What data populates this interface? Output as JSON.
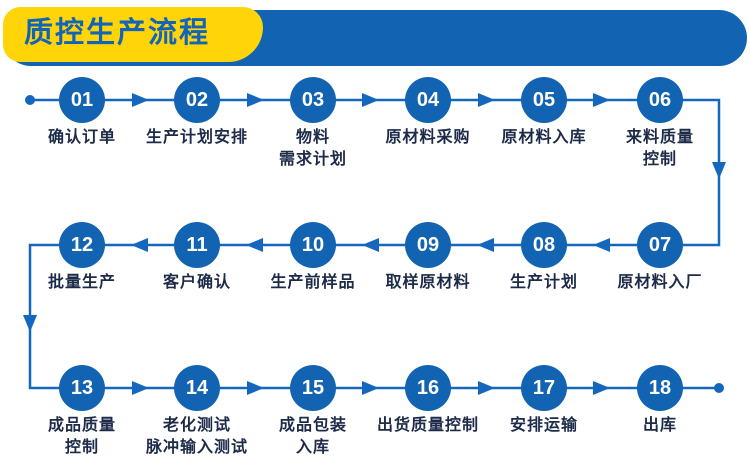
{
  "header": {
    "title": "质控生产流程"
  },
  "colors": {
    "primary_blue": "#1263b2",
    "banner_yellow": "#ffd408",
    "label_navy": "#1d2b49",
    "number_text": "#ffffff",
    "background": "#ffffff"
  },
  "flow": {
    "direction_note": "serpentine: row1 left-to-right, row2 right-to-left, row3 left-to-right"
  },
  "steps": [
    {
      "number": "01",
      "label": "确认订单"
    },
    {
      "number": "02",
      "label": "生产计划安排"
    },
    {
      "number": "03",
      "label": "物料\n需求计划"
    },
    {
      "number": "04",
      "label": "原材料采购"
    },
    {
      "number": "05",
      "label": "原材料入库"
    },
    {
      "number": "06",
      "label": "来料质量\n控制"
    },
    {
      "number": "07",
      "label": "原材料入厂"
    },
    {
      "number": "08",
      "label": "生产计划"
    },
    {
      "number": "09",
      "label": "取样原材料"
    },
    {
      "number": "10",
      "label": "生产前样品"
    },
    {
      "number": "11",
      "label": "客户确认"
    },
    {
      "number": "12",
      "label": "批量生产"
    },
    {
      "number": "13",
      "label": "成品质量\n控制"
    },
    {
      "number": "14",
      "label": "老化测试\n脉冲输入测试"
    },
    {
      "number": "15",
      "label": "成品包装\n入库"
    },
    {
      "number": "16",
      "label": "出货质量控制"
    },
    {
      "number": "17",
      "label": "安排运输"
    },
    {
      "number": "18",
      "label": "出库"
    }
  ]
}
